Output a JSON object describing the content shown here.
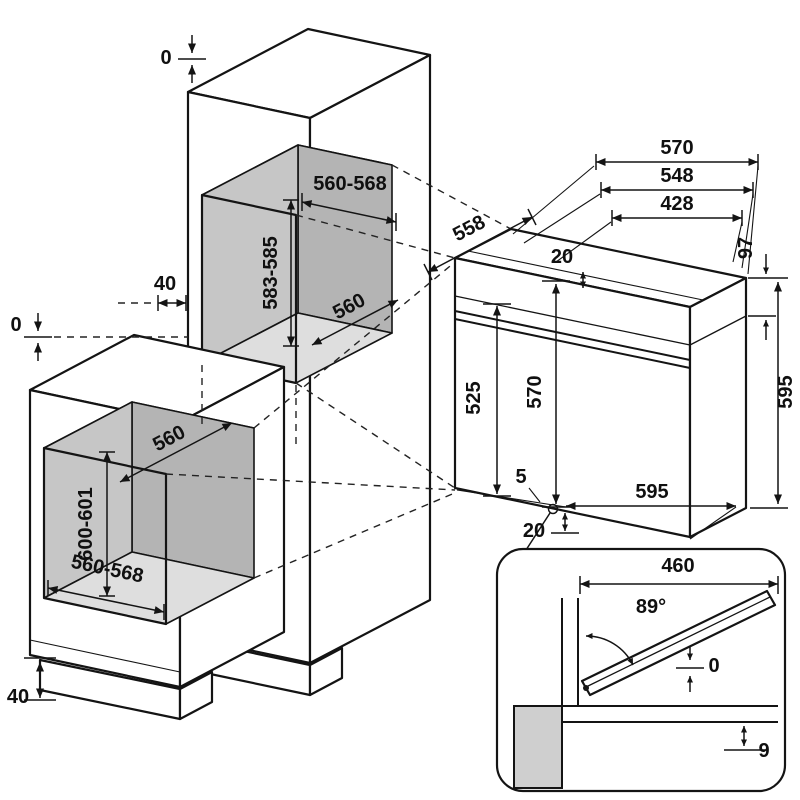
{
  "colors": {
    "line": "#141414",
    "niche_back": "#b4b4b4",
    "niche_side": "#c6c6c6",
    "niche_shelf": "#dedede",
    "detail_block": "#cfcfcf"
  },
  "tall_cabinet": {
    "top_clearance": "0",
    "niche_width": "560-568",
    "niche_height": "583-585",
    "niche_depth": "560",
    "side_clearance": "40"
  },
  "base_cabinet": {
    "top_clearance": "0",
    "niche_depth": "560",
    "niche_height": "600-601",
    "niche_width": "560-568",
    "plinth_height": "40"
  },
  "oven": {
    "depth_total": "570",
    "depth_body": "548",
    "depth_recess": "428",
    "niche_depth": "558",
    "top_gap": "20",
    "fascia_height": "97",
    "height": "595",
    "door_height": "525",
    "front_height": "570",
    "bottom_gap": "5",
    "bottom_offset": "20",
    "width": "595"
  },
  "door_detail": {
    "door_width": "460",
    "opening_angle": "89°",
    "gap_zero": "0",
    "plinth_gap": "9"
  }
}
